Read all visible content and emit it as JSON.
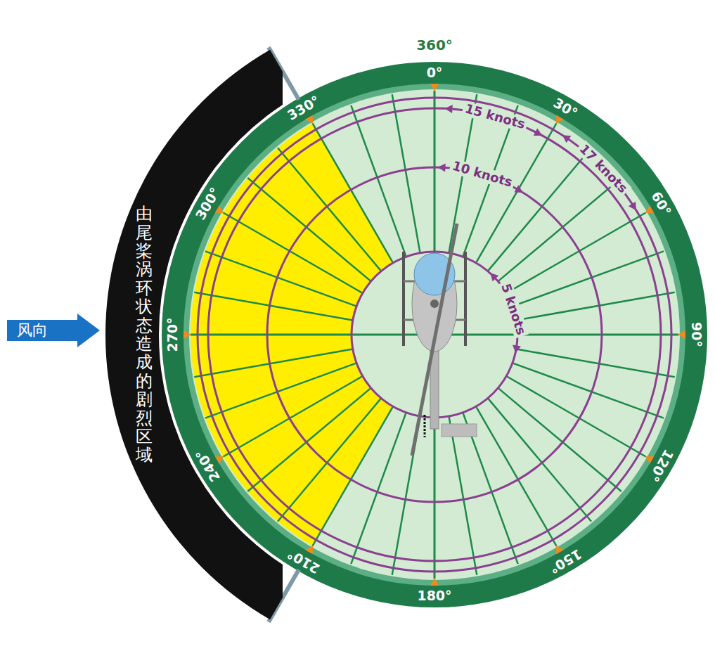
{
  "diagram": {
    "nodes": [
      {
        "text": [
          "风向"
        ]
      },
      {
        "text": [
          "由尾桨涡环状态造成的剧烈区域"
        ]
      }
    ],
    "labels": [
      "360°",
      "0°",
      "30°",
      "60°",
      "90°",
      "120°",
      "150°",
      "180°",
      "210°",
      "240°",
      "270°",
      "300°",
      "330°",
      "15 knots",
      "17 knots",
      "10 knots",
      "5 knots"
    ]
  }
}
